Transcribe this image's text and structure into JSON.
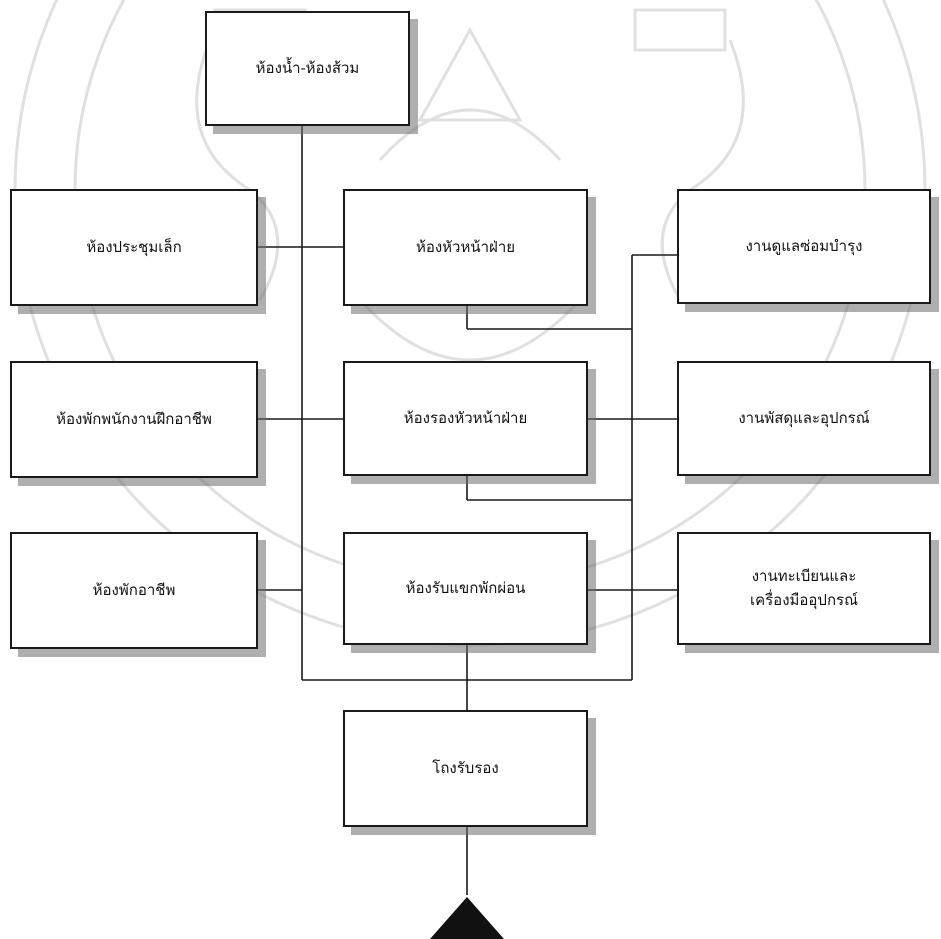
{
  "rooms": {
    "restroom": "ห้องน้ำ-ห้องส้วม",
    "small_meeting_room": "ห้องประชุมเล็ก",
    "head_of_division_room": "ห้องหัวหน้าฝ่าย",
    "maintenance": "งานดูแลซ่อมบำรุง",
    "trainee_rest_room": "ห้องพักพนักงานฝึกอาชีพ",
    "deputy_head_room": "ห้องรองหัวหน้าฝ่าย",
    "supplies_equipment": "งานพัสดุและอุปกรณ์",
    "vocational_rest_room": "ห้องพักอาชีพ",
    "guest_lounge": "ห้องรับแขกพักผ่อน",
    "registration_line1": "งานทะเบียนและ",
    "registration_line2": "เครื่องมืออุปกรณ์",
    "reception_hall": "โถงรับรอง"
  },
  "colors": {
    "line": "#1a1a1a",
    "shadow": "#6e6e6e",
    "entrance_marker": "#111111"
  },
  "icons": {
    "entrance_marker": "triangle-up-icon"
  }
}
